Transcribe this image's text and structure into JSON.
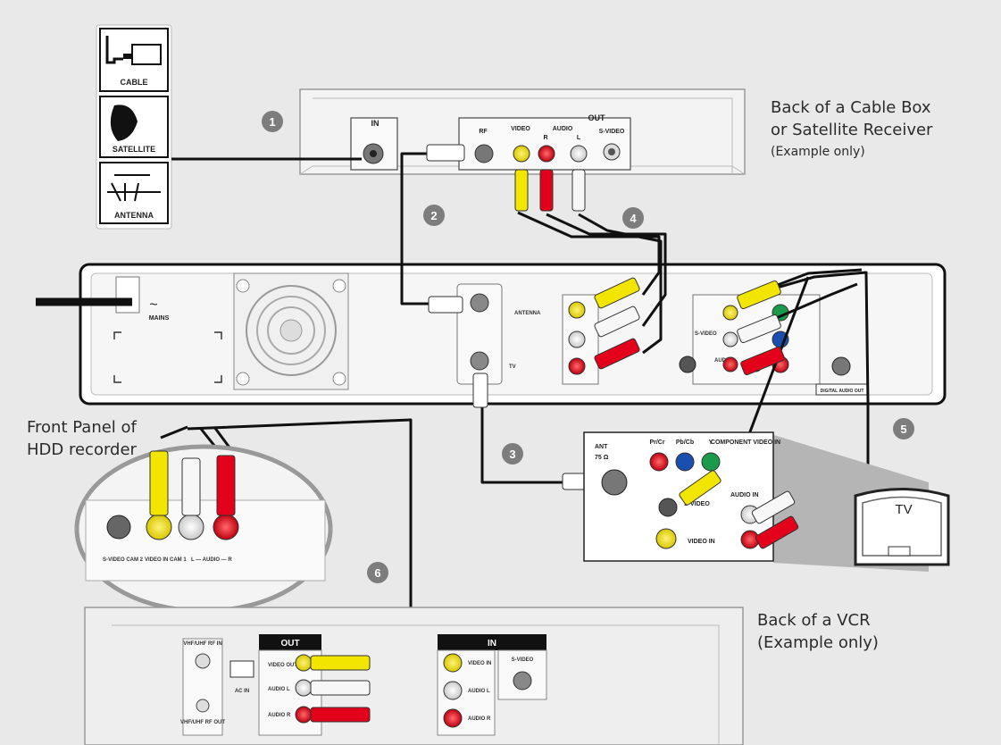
{
  "source_panel": {
    "cable_label": "CABLE",
    "satellite_label": "SATELLITE",
    "antenna_label": "ANTENNA"
  },
  "cable_box": {
    "caption_line1": "Back of a Cable Box",
    "caption_line2": "or Satellite Receiver",
    "caption_note": "(Example only)",
    "in_label": "IN",
    "out_label": "OUT",
    "rf_label": "RF",
    "video_label": "VIDEO",
    "audio_label": "AUDIO",
    "r_label": "R",
    "l_label": "L",
    "svideo_label": "S-VIDEO"
  },
  "recorder": {
    "mains_label": "MAINS",
    "antenna_label": "ANTENNA",
    "tv_label": "TV",
    "svideo_label": "S-VIDEO",
    "audio_label": "AUDIO",
    "digital_audio_out_label": "DIGITAL AUDIO OUT"
  },
  "front_panel": {
    "caption_line1": "Front Panel of",
    "caption_line2": "HDD recorder",
    "svideo_cam2_label": "S-VIDEO CAM 2",
    "video_in_label": "VIDEO IN CAM 1",
    "audio_label": "L — AUDIO — R"
  },
  "tv_panel": {
    "ant_label": "ANT",
    "ant_ohm_label": "75 Ω",
    "pr_label": "Pr/Cr",
    "pb_label": "Pb/Cb",
    "y_label": "Y",
    "component_label": "COMPONENT VIDEO IN",
    "svideo_label": "S-VIDEO",
    "video_in_label": "VIDEO IN",
    "audio_in_label": "AUDIO IN",
    "tv_label": "TV"
  },
  "vcr": {
    "caption_line1": "Back of a VCR",
    "caption_line2": "(Example only)",
    "rf_in_label": "VHF/UHF RF IN",
    "rf_out_label": "VHF/UHF RF OUT",
    "ac_in_label": "AC IN",
    "out_label": "OUT",
    "in_label": "IN",
    "video_out_label": "VIDEO OUT",
    "audio_l_label": "AUDIO L",
    "audio_r_label": "AUDIO R",
    "video_in_label": "VIDEO IN",
    "svideo_label": "S-VIDEO"
  },
  "steps": [
    "1",
    "2",
    "3",
    "4",
    "5",
    "6"
  ],
  "colors": {
    "background": "#e9e9e9",
    "device": "#f2f2f2",
    "cable": "#111111",
    "yellow": "#f2e600",
    "red": "#e2001a",
    "white": "#f7f7f7",
    "green": "#1a9a4a",
    "blue": "#1a4fb0",
    "step_badge": "#7d7d7d"
  }
}
